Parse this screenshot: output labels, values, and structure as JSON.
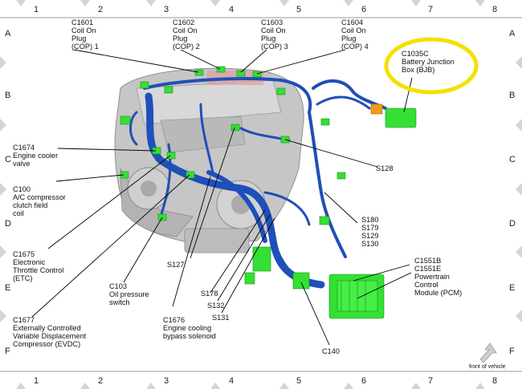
{
  "grid": {
    "columns": [
      "1",
      "2",
      "3",
      "4",
      "5",
      "6",
      "7",
      "8"
    ],
    "rows": [
      "A",
      "B",
      "C",
      "D",
      "E",
      "F"
    ]
  },
  "callouts": {
    "c1601": [
      "C1601",
      "Coil On",
      "Plug",
      "(COP) 1"
    ],
    "c1602": [
      "C1602",
      "Coil On",
      "Plug",
      "(COP) 2"
    ],
    "c1603": [
      "C1603",
      "Coil On",
      "Plug",
      "(COP) 3"
    ],
    "c1604": [
      "C1604",
      "Coil On",
      "Plug",
      "(COP) 4"
    ],
    "c1035c": [
      "C1035C",
      "Battery Junction",
      "Box (BJB)"
    ],
    "c1674": [
      "C1674",
      "Engine cooler",
      "valve"
    ],
    "c100": [
      "C100",
      "A/C compressor",
      "clutch field",
      "coil"
    ],
    "c1675": [
      "C1675",
      "Electronic",
      "Throttle Control",
      "(ETC)"
    ],
    "c1677": [
      "C1677",
      "Externally Controlled",
      "Variable Displacement",
      "Compressor (EVDC)"
    ],
    "c103": [
      "C103",
      "Oil pressure",
      "switch"
    ],
    "c1676": [
      "C1676",
      "Engine cooling",
      "bypass solenoid"
    ],
    "s127": "S127",
    "s178": "S178",
    "s132": "S132",
    "s131": "S131",
    "c140": "C140",
    "s128": "S128",
    "s_group": [
      "S180",
      "S179",
      "S129",
      "S130"
    ],
    "pcm": [
      "C1551B",
      "C1551E",
      "Powertrain",
      "Control",
      "Module (PCM)"
    ],
    "front": "front of vehicle"
  },
  "colors": {
    "harness": "#1f4fb8",
    "connector": "#33e033",
    "engine": "#bdbdbd",
    "highlight": "#f5e000",
    "border_marker": "#d0d0d0"
  }
}
